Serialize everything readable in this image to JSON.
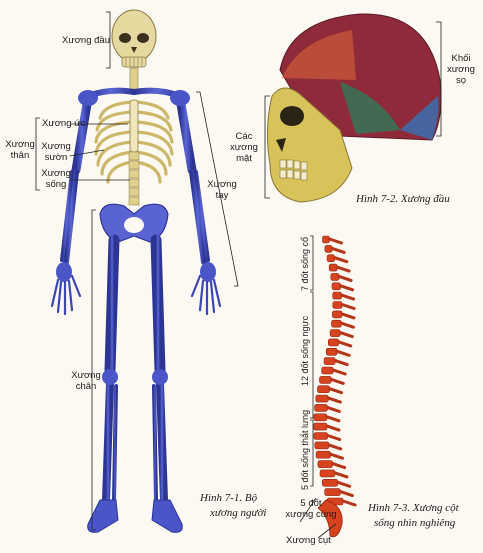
{
  "skeleton": {
    "labels": {
      "skull": "Xương đầu",
      "sternum": "Xương ức",
      "trunk_line1": "Xương",
      "trunk_line2": "thân",
      "ribs_line1": "Xương",
      "ribs_line2": "sườn",
      "spine_line1": "Xương",
      "spine_line2": "sống",
      "arm_line1": "Xương",
      "arm_line2": "tay",
      "leg_line1": "Xương",
      "leg_line2": "chân"
    },
    "caption_line1": "Hình 7-1. Bộ",
    "caption_line2": "xương người"
  },
  "skull_figure": {
    "labels": {
      "cranium_line1": "Khối",
      "cranium_line2": "xương",
      "cranium_line3": "sọ",
      "face_line1": "Các",
      "face_line2": "xương",
      "face_line3": "mặt"
    },
    "caption": "Hình 7-2. Xương đầu"
  },
  "spine_figure": {
    "labels": {
      "cervical": "7 đốt sống cổ",
      "thoracic": "12 đốt sống ngực",
      "lumbar": "5 đốt sống thắt lưng",
      "sacral_line1": "5 đốt",
      "sacral_line2": "xương cùng",
      "coccyx": "Xương cụt"
    },
    "caption_line1": "Hình 7-3. Xương cột",
    "caption_line2": "sống nhìn nghiêng"
  },
  "colors": {
    "limb_bone": "#4a56c8",
    "limb_bone_dark": "#2c3594",
    "axial_bone": "#e8dca3",
    "skull_cranium": "#8e2a3a",
    "skull_face": "#d8c25a",
    "spine_vertebra": "#d8431f"
  }
}
